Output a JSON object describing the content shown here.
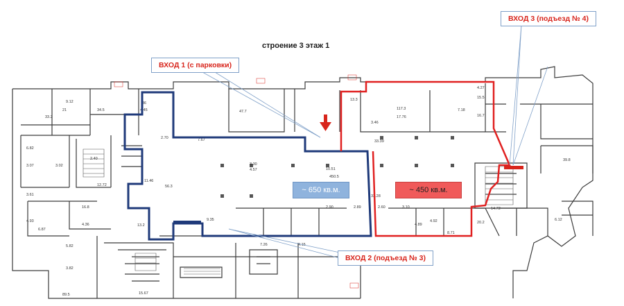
{
  "title": "строение 3 этаж 1",
  "entrances": {
    "entrance1": "ВХОД 1 (с парковки)",
    "entrance2": "ВХОД 2 (подъезд № 3)",
    "entrance3": "ВХОД 3 (подъезд № 4)"
  },
  "areas": {
    "blue_area": "~ 650 кв.м.",
    "red_area": "~ 450 кв.м."
  },
  "colors": {
    "blue_outline": "#1f3a7a",
    "red_outline": "#e02020",
    "callout_text": "#d8251c",
    "callout_border": "#7fa0c8"
  },
  "room_labels": [
    "9.12",
    "21",
    "34.5",
    "33.2",
    "36",
    "4.45",
    "47.7",
    "13.3",
    "117.3",
    "4.27",
    "15.5",
    "16.7",
    "6.82",
    "3.07",
    "3.02",
    "2.70",
    "7.67",
    "4.57",
    "3.30",
    "450.5",
    "33.28",
    "3.10",
    "2.60",
    "2.89",
    "8.71",
    "4.89",
    "4.92",
    "9.35",
    "7.26",
    "4.15",
    "5.82",
    "3.82",
    "89.5",
    "15.67",
    "20.2",
    "39.8",
    "6.12",
    "3.61",
    "4.93",
    "6.87",
    "4.36",
    "33.39",
    "10.51",
    "11.46",
    "2.90",
    "3.46",
    "17.76",
    "7.18",
    "14.72",
    "2.40",
    "12.72",
    "56.3",
    "13.2",
    "16.8"
  ]
}
